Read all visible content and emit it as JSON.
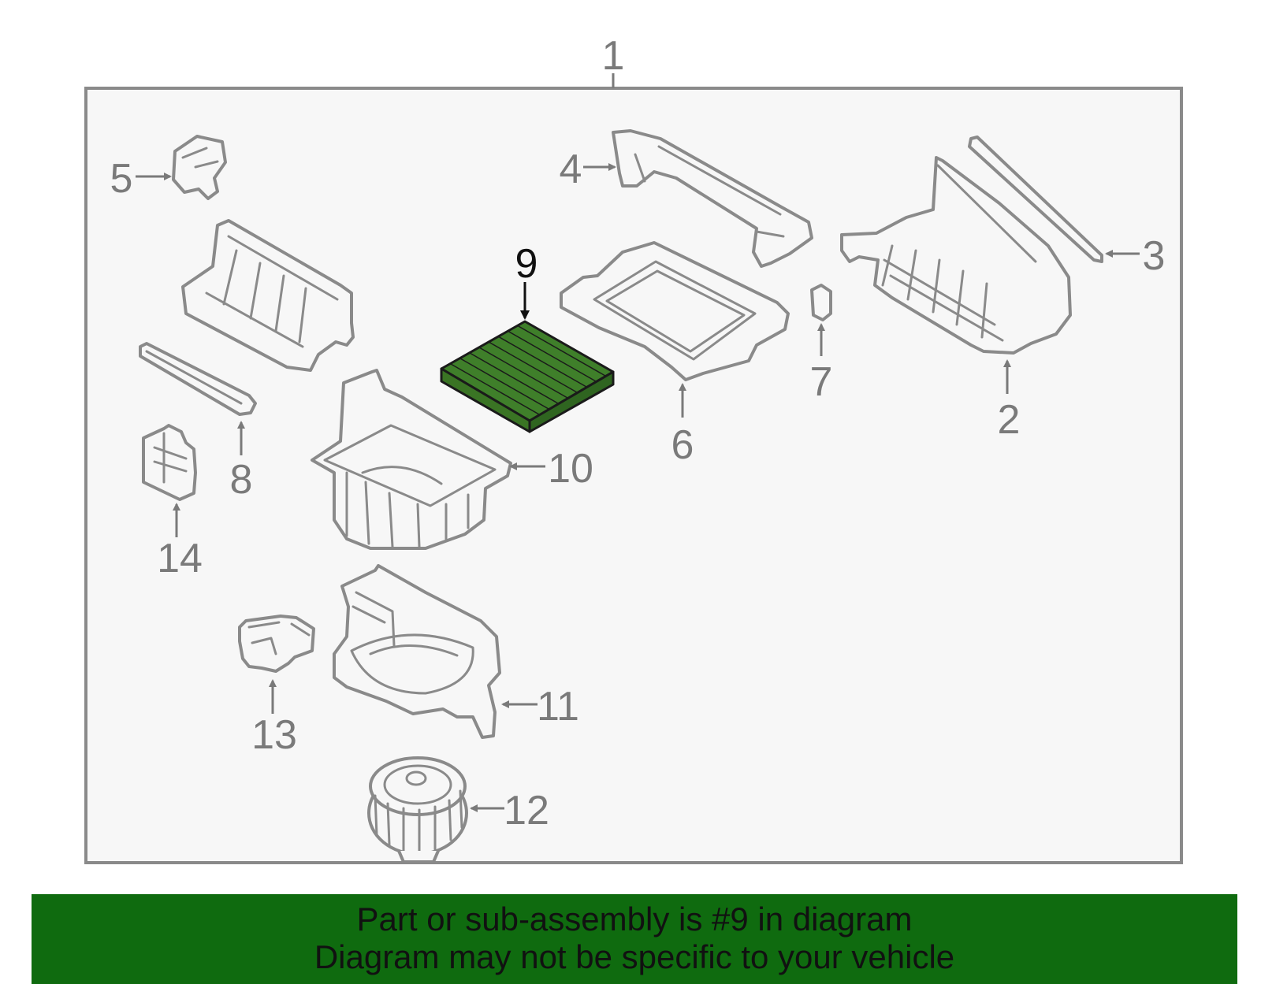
{
  "diagram": {
    "callouts": {
      "c1": "1",
      "c2": "2",
      "c3": "3",
      "c4": "4",
      "c5": "5",
      "c6": "6",
      "c7": "7",
      "c8": "8",
      "c9": "9",
      "c10": "10",
      "c11": "11",
      "c12": "12",
      "c13": "13",
      "c14": "14"
    },
    "highlight_part": "9",
    "colors": {
      "frame_fill": "#f7f7f7",
      "outline": "#8a8a8a",
      "highlight_fill": "#3f7f2a",
      "banner_bg": "#0f6b0f"
    }
  },
  "banner": {
    "line1": "Part or sub-assembly is #9 in diagram",
    "line2": "Diagram may not be specific to your vehicle"
  }
}
